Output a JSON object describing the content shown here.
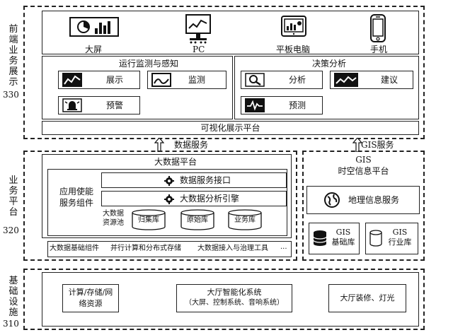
{
  "layers": {
    "front": {
      "label_chars": [
        "前",
        "端",
        "业",
        "务",
        "展",
        "示"
      ],
      "code": "330"
    },
    "business": {
      "label_chars": [
        "业",
        "务",
        "平",
        "台"
      ],
      "code": "320"
    },
    "infra": {
      "label_chars": [
        "基",
        "础",
        "设",
        "施"
      ],
      "code": "310"
    }
  },
  "devices": [
    {
      "icon": "big-screen-icon",
      "label": "大屏"
    },
    {
      "icon": "pc-icon",
      "label": "PC"
    },
    {
      "icon": "tablet-icon",
      "label": "平板电脑"
    },
    {
      "icon": "phone-icon",
      "label": "手机"
    }
  ],
  "monitor_panel": {
    "title": "运行监测与感知",
    "items": [
      {
        "icon": "chart-display-icon",
        "label": "展示"
      },
      {
        "icon": "line-monitor-icon",
        "label": "监测"
      },
      {
        "icon": "alarm-icon",
        "label": "预警"
      }
    ]
  },
  "decision_panel": {
    "title": "决策分析",
    "items": [
      {
        "icon": "analysis-icon",
        "label": "分析"
      },
      {
        "icon": "suggestion-icon",
        "label": "建议"
      },
      {
        "icon": "forecast-icon",
        "label": "预测"
      }
    ]
  },
  "visual_platform": "可视化展示平台",
  "arrow_labels": {
    "data_service": "数据服务",
    "gis_service": "GIS服务"
  },
  "bigdata": {
    "title": "大数据平台",
    "component_label": [
      "应用使能",
      "服务组件"
    ],
    "data_service_interface": "数据服务接口",
    "analysis_engine": "大数据分析引擎",
    "pool_label": [
      "大数据",
      "资源池"
    ],
    "dbs": [
      "归集库",
      "原始库",
      "业务库"
    ],
    "base_components": [
      "大数据基础组件",
      "并行计算和分布式存储",
      "大数据接入与治理工具",
      "..."
    ]
  },
  "gis": {
    "title_lines": [
      "GIS",
      "时空信息平台"
    ],
    "geo_service": "地理信息服务",
    "base_db": [
      "GIS",
      "基础库"
    ],
    "industry_db": [
      "GIS",
      "行业库"
    ]
  },
  "infra_items": {
    "compute": [
      "计算/存储/网",
      "络资源"
    ],
    "hall": [
      "大厅智能化系统",
      "（大屏、控制系统、音响系统）"
    ],
    "decor": "大厅装修、灯光"
  }
}
